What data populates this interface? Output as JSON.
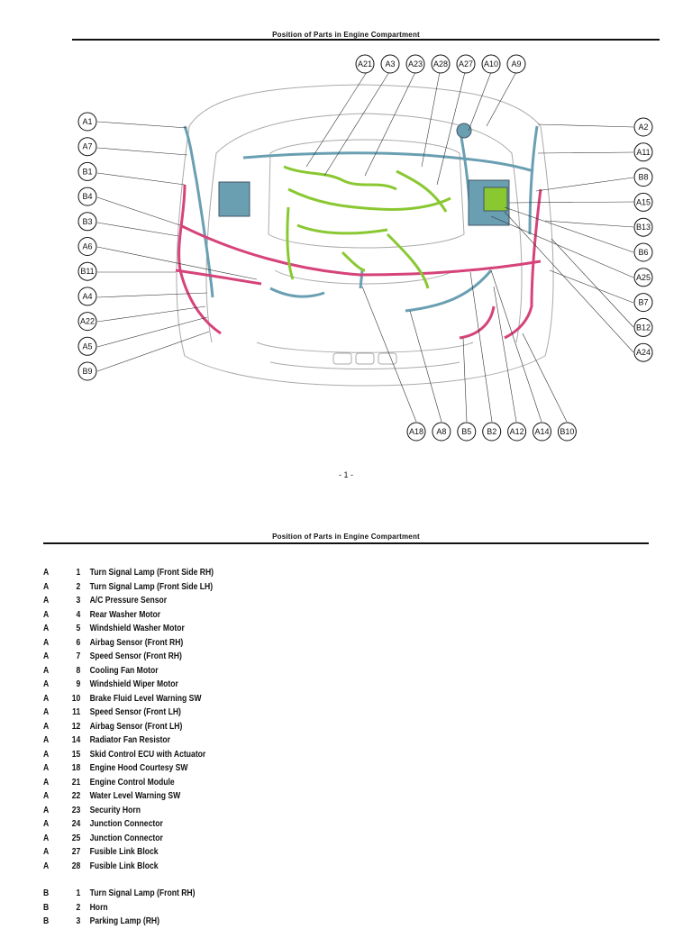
{
  "header_top": {
    "title": "Position of Parts in Engine Compartment"
  },
  "page_number": "- 1 -",
  "header_bottom": {
    "title": "Position of Parts in Engine Compartment"
  },
  "colors": {
    "harness_a": "#6a9fb2",
    "harness_b": "#d6437a",
    "harness_c": "#8ac832"
  },
  "callouts": {
    "top": [
      "A21",
      "A3",
      "A23",
      "A28",
      "A27",
      "A10",
      "A9"
    ],
    "left": [
      "A1",
      "A7",
      "B1",
      "B4",
      "B3",
      "A6",
      "B11",
      "A4",
      "A22",
      "A5",
      "B9"
    ],
    "right": [
      "A2",
      "A11",
      "B8",
      "A15",
      "B13",
      "B6",
      "A25",
      "B7",
      "B12",
      "A24"
    ],
    "bottom": [
      "A18",
      "A8",
      "B5",
      "B2",
      "A12",
      "A14",
      "B10"
    ]
  },
  "parts_a": [
    {
      "group": "A",
      "num": "1",
      "name": "Turn Signal Lamp (Front Side RH)"
    },
    {
      "group": "A",
      "num": "2",
      "name": "Turn Signal Lamp (Front Side LH)"
    },
    {
      "group": "A",
      "num": "3",
      "name": "A/C Pressure Sensor"
    },
    {
      "group": "A",
      "num": "4",
      "name": "Rear Washer Motor"
    },
    {
      "group": "A",
      "num": "5",
      "name": "Windshield Washer Motor"
    },
    {
      "group": "A",
      "num": "6",
      "name": "Airbag Sensor (Front RH)"
    },
    {
      "group": "A",
      "num": "7",
      "name": "Speed Sensor (Front RH)"
    },
    {
      "group": "A",
      "num": "8",
      "name": "Cooling Fan Motor"
    },
    {
      "group": "A",
      "num": "9",
      "name": "Windshield Wiper Motor"
    },
    {
      "group": "A",
      "num": "10",
      "name": "Brake Fluid Level Warning SW"
    },
    {
      "group": "A",
      "num": "11",
      "name": "Speed Sensor (Front LH)"
    },
    {
      "group": "A",
      "num": "12",
      "name": "Airbag Sensor (Front LH)"
    },
    {
      "group": "A",
      "num": "14",
      "name": "Radiator Fan Resistor"
    },
    {
      "group": "A",
      "num": "15",
      "name": "Skid Control ECU with Actuator"
    },
    {
      "group": "A",
      "num": "18",
      "name": "Engine Hood Courtesy SW"
    },
    {
      "group": "A",
      "num": "21",
      "name": "Engine Control Module"
    },
    {
      "group": "A",
      "num": "22",
      "name": "Water Level Warning SW"
    },
    {
      "group": "A",
      "num": "23",
      "name": "Security Horn"
    },
    {
      "group": "A",
      "num": "24",
      "name": "Junction Connector"
    },
    {
      "group": "A",
      "num": "25",
      "name": "Junction Connector"
    },
    {
      "group": "A",
      "num": "27",
      "name": "Fusible Link Block"
    },
    {
      "group": "A",
      "num": "28",
      "name": "Fusible Link Block"
    }
  ],
  "parts_b": [
    {
      "group": "B",
      "num": "1",
      "name": "Turn Signal Lamp (Front RH)"
    },
    {
      "group": "B",
      "num": "2",
      "name": "Horn"
    },
    {
      "group": "B",
      "num": "3",
      "name": "Parking Lamp (RH)"
    }
  ]
}
